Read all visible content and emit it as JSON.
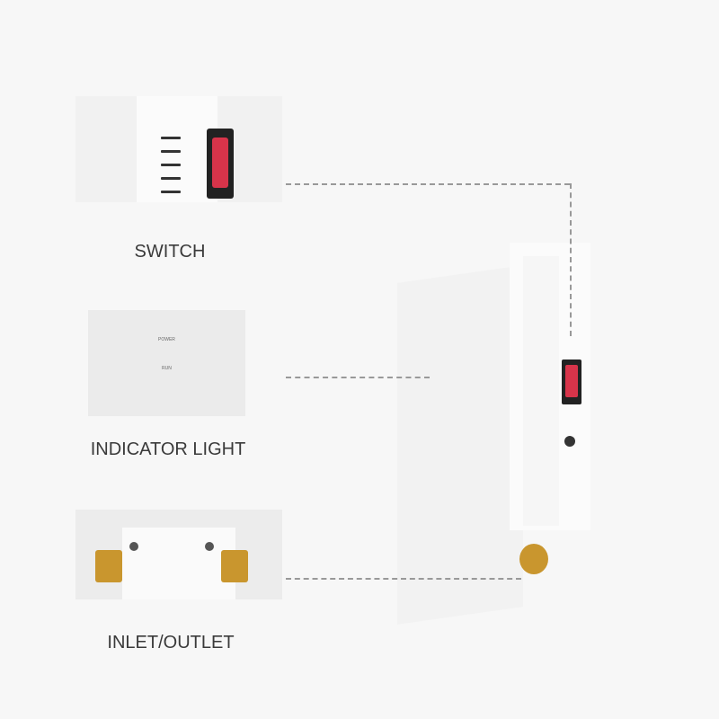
{
  "labels": {
    "switch": "SWITCH",
    "indicator": "INDICATOR LIGHT",
    "inlet": "INLET/OUTLET"
  },
  "indicator_panel": {
    "power": "POWER",
    "run": "RUN"
  },
  "colors": {
    "switch_red": "#d8344a",
    "brass": "#c9962e",
    "background": "#f7f7f7"
  }
}
